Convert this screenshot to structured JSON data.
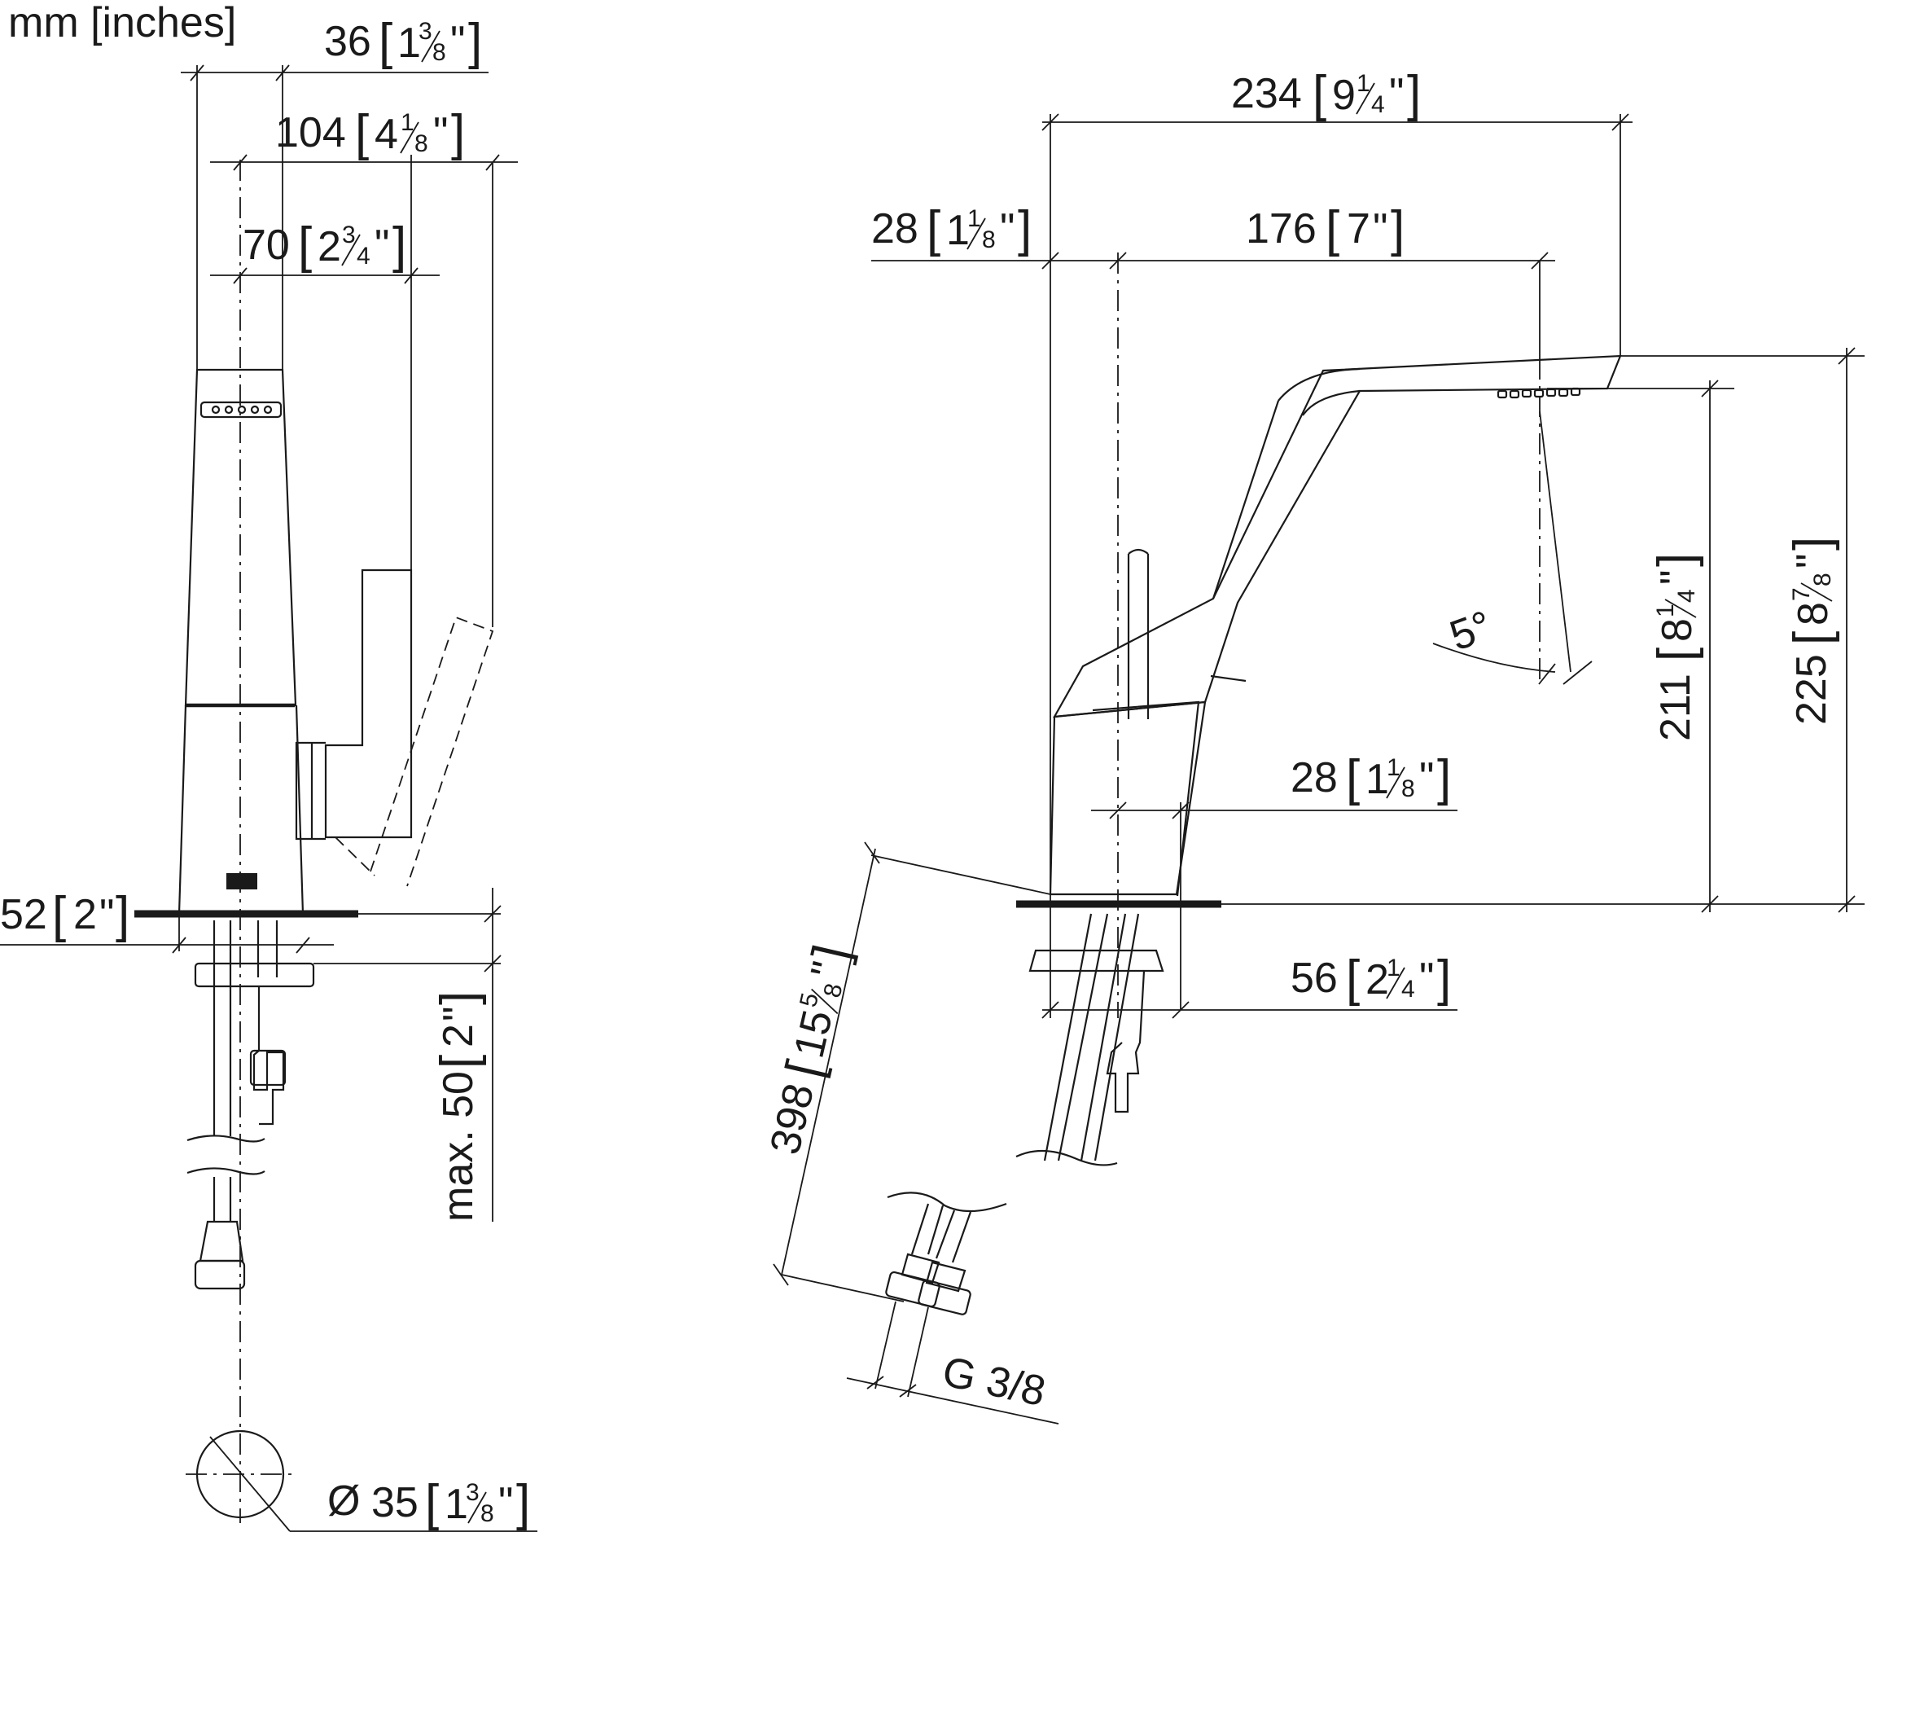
{
  "units_label": "mm [inches]",
  "dimensions": {
    "d36": {
      "mm": "36",
      "whole": "1",
      "num": "3",
      "den": "8",
      "close": "\""
    },
    "d104": {
      "mm": "104",
      "whole": "4",
      "num": "1",
      "den": "8",
      "close": "\""
    },
    "d70": {
      "mm": "70",
      "whole": "2",
      "num": "3",
      "den": "4",
      "close": "\""
    },
    "d52": {
      "mm": "52",
      "whole": "2",
      "close": "\""
    },
    "dmax50": {
      "mm": "max. 50",
      "whole": "2",
      "close": "\""
    },
    "d35": {
      "prefix": "Ø",
      "mm": "35",
      "whole": "1",
      "num": "3",
      "den": "8",
      "close": "\""
    },
    "d234": {
      "mm": "234",
      "whole": "9",
      "num": "1",
      "den": "4",
      "close": "\""
    },
    "d28top": {
      "mm": "28",
      "whole": "1",
      "num": "1",
      "den": "8",
      "close": "\""
    },
    "d176": {
      "mm": "176",
      "whole": "7",
      "close": "\""
    },
    "d5deg": {
      "label": "5°"
    },
    "d211": {
      "mm": "211",
      "whole": "8",
      "num": "1",
      "den": "4",
      "close": "\""
    },
    "d225": {
      "mm": "225",
      "whole": "8",
      "num": "7",
      "den": "8",
      "close": "\""
    },
    "d28mid": {
      "mm": "28",
      "whole": "1",
      "num": "1",
      "den": "8",
      "close": "\""
    },
    "d56": {
      "mm": "56",
      "whole": "2",
      "num": "1",
      "den": "4",
      "close": "\""
    },
    "d398": {
      "mm": "398",
      "whole": "15",
      "num": "5",
      "den": "8",
      "close": "\""
    },
    "g38": {
      "label": "G 3/8"
    }
  }
}
